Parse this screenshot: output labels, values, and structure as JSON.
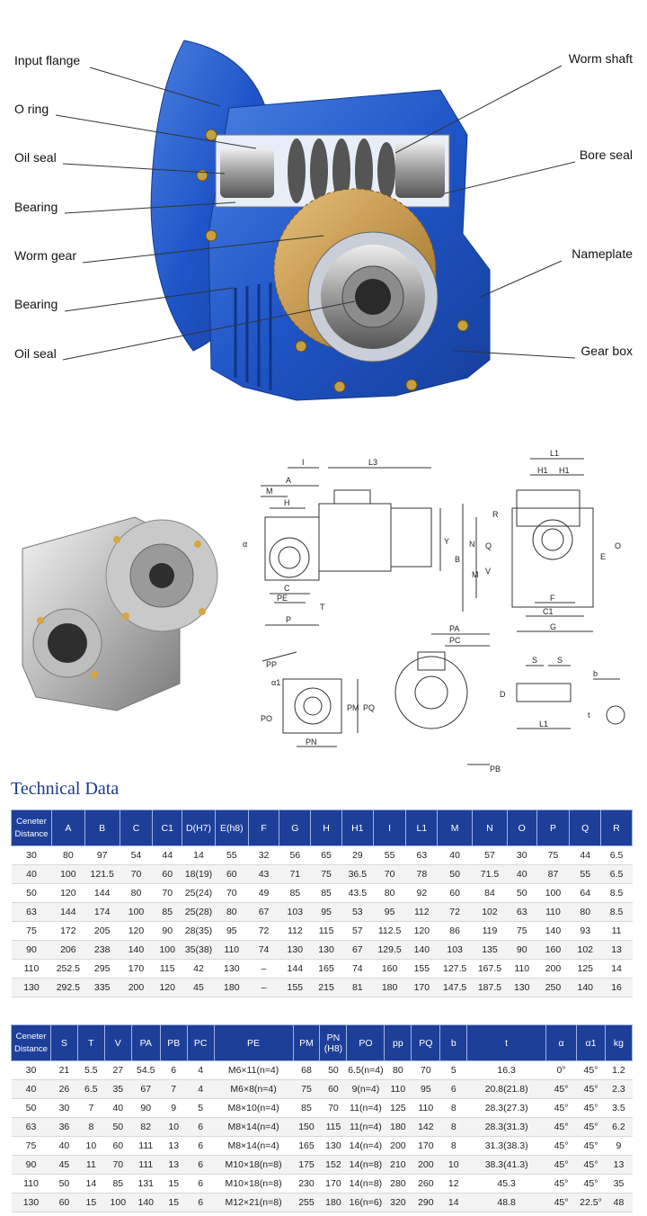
{
  "hero": {
    "callouts_left": [
      "Input flange",
      "O ring",
      "Oil seal",
      "Bearing",
      "Worm gear",
      "Bearing",
      "Oil seal"
    ],
    "callouts_right": [
      "Worm shaft",
      "Bore seal",
      "Nameplate",
      "Gear box"
    ]
  },
  "drawing_labels": {
    "side": [
      "I",
      "L3",
      "A",
      "M",
      "H",
      "Y",
      "C",
      "PE",
      "T",
      "P",
      "α"
    ],
    "front": [
      "L1",
      "H1",
      "H1",
      "R",
      "N",
      "B",
      "Q",
      "M",
      "V",
      "O",
      "E",
      "F",
      "C1",
      "G"
    ],
    "flange": [
      "PP",
      "α1",
      "PO",
      "PM",
      "PQ",
      "PN"
    ],
    "motor": [
      "PA",
      "PC",
      "PB"
    ],
    "shaft": [
      "S",
      "S",
      "D",
      "L1",
      "b",
      "t"
    ]
  },
  "title": "Technical Data",
  "table1": {
    "headers": [
      "Ceneter Distance",
      "A",
      "B",
      "C",
      "C1",
      "D(H7)",
      "E(h8)",
      "F",
      "G",
      "H",
      "H1",
      "I",
      "L1",
      "M",
      "N",
      "O",
      "P",
      "Q",
      "R"
    ],
    "rows": [
      [
        "30",
        "80",
        "97",
        "54",
        "44",
        "14",
        "55",
        "32",
        "56",
        "65",
        "29",
        "55",
        "63",
        "40",
        "57",
        "30",
        "75",
        "44",
        "6.5"
      ],
      [
        "40",
        "100",
        "121.5",
        "70",
        "60",
        "18(19)",
        "60",
        "43",
        "71",
        "75",
        "36.5",
        "70",
        "78",
        "50",
        "71.5",
        "40",
        "87",
        "55",
        "6.5"
      ],
      [
        "50",
        "120",
        "144",
        "80",
        "70",
        "25(24)",
        "70",
        "49",
        "85",
        "85",
        "43.5",
        "80",
        "92",
        "60",
        "84",
        "50",
        "100",
        "64",
        "8.5"
      ],
      [
        "63",
        "144",
        "174",
        "100",
        "85",
        "25(28)",
        "80",
        "67",
        "103",
        "95",
        "53",
        "95",
        "112",
        "72",
        "102",
        "63",
        "110",
        "80",
        "8.5"
      ],
      [
        "75",
        "172",
        "205",
        "120",
        "90",
        "28(35)",
        "95",
        "72",
        "112",
        "115",
        "57",
        "112.5",
        "120",
        "86",
        "119",
        "75",
        "140",
        "93",
        "11"
      ],
      [
        "90",
        "206",
        "238",
        "140",
        "100",
        "35(38)",
        "110",
        "74",
        "130",
        "130",
        "67",
        "129.5",
        "140",
        "103",
        "135",
        "90",
        "160",
        "102",
        "13"
      ],
      [
        "110",
        "252.5",
        "295",
        "170",
        "115",
        "42",
        "130",
        "–",
        "144",
        "165",
        "74",
        "160",
        "155",
        "127.5",
        "167.5",
        "110",
        "200",
        "125",
        "14"
      ],
      [
        "130",
        "292.5",
        "335",
        "200",
        "120",
        "45",
        "180",
        "–",
        "155",
        "215",
        "81",
        "180",
        "170",
        "147.5",
        "187.5",
        "130",
        "250",
        "140",
        "16"
      ]
    ]
  },
  "table2": {
    "headers": [
      "Ceneter Distance",
      "S",
      "T",
      "V",
      "PA",
      "PB",
      "PC",
      "PE",
      "PM",
      "PN (H8)",
      "PO",
      "pp",
      "PQ",
      "b",
      "t",
      "α",
      "α1",
      "kg"
    ],
    "rows": [
      [
        "30",
        "21",
        "5.5",
        "27",
        "54.5",
        "6",
        "4",
        "M6×11(n=4)",
        "68",
        "50",
        "6.5(n=4)",
        "80",
        "70",
        "5",
        "16.3",
        "0°",
        "45°",
        "1.2"
      ],
      [
        "40",
        "26",
        "6.5",
        "35",
        "67",
        "7",
        "4",
        "M6×8(n=4)",
        "75",
        "60",
        "9(n=4)",
        "110",
        "95",
        "6",
        "20.8(21.8)",
        "45°",
        "45°",
        "2.3"
      ],
      [
        "50",
        "30",
        "7",
        "40",
        "90",
        "9",
        "5",
        "M8×10(n=4)",
        "85",
        "70",
        "11(n=4)",
        "125",
        "110",
        "8",
        "28.3(27.3)",
        "45°",
        "45°",
        "3.5"
      ],
      [
        "63",
        "36",
        "8",
        "50",
        "82",
        "10",
        "6",
        "M8×14(n=4)",
        "150",
        "115",
        "11(n=4)",
        "180",
        "142",
        "8",
        "28.3(31.3)",
        "45°",
        "45°",
        "6.2"
      ],
      [
        "75",
        "40",
        "10",
        "60",
        "111",
        "13",
        "6",
        "M8×14(n=4)",
        "165",
        "130",
        "14(n=4)",
        "200",
        "170",
        "8",
        "31.3(38.3)",
        "45°",
        "45°",
        "9"
      ],
      [
        "90",
        "45",
        "11",
        "70",
        "111",
        "13",
        "6",
        "M10×18(n=8)",
        "175",
        "152",
        "14(n=8)",
        "210",
        "200",
        "10",
        "38.3(41.3)",
        "45°",
        "45°",
        "13"
      ],
      [
        "110",
        "50",
        "14",
        "85",
        "131",
        "15",
        "6",
        "M10×18(n=8)",
        "230",
        "170",
        "14(n=8)",
        "280",
        "260",
        "12",
        "45.3",
        "45°",
        "45°",
        "35"
      ],
      [
        "130",
        "60",
        "15",
        "100",
        "140",
        "15",
        "6",
        "M12×21(n=8)",
        "255",
        "180",
        "16(n=6)",
        "320",
        "290",
        "14",
        "48.8",
        "45°",
        "22.5°",
        "48"
      ]
    ]
  }
}
